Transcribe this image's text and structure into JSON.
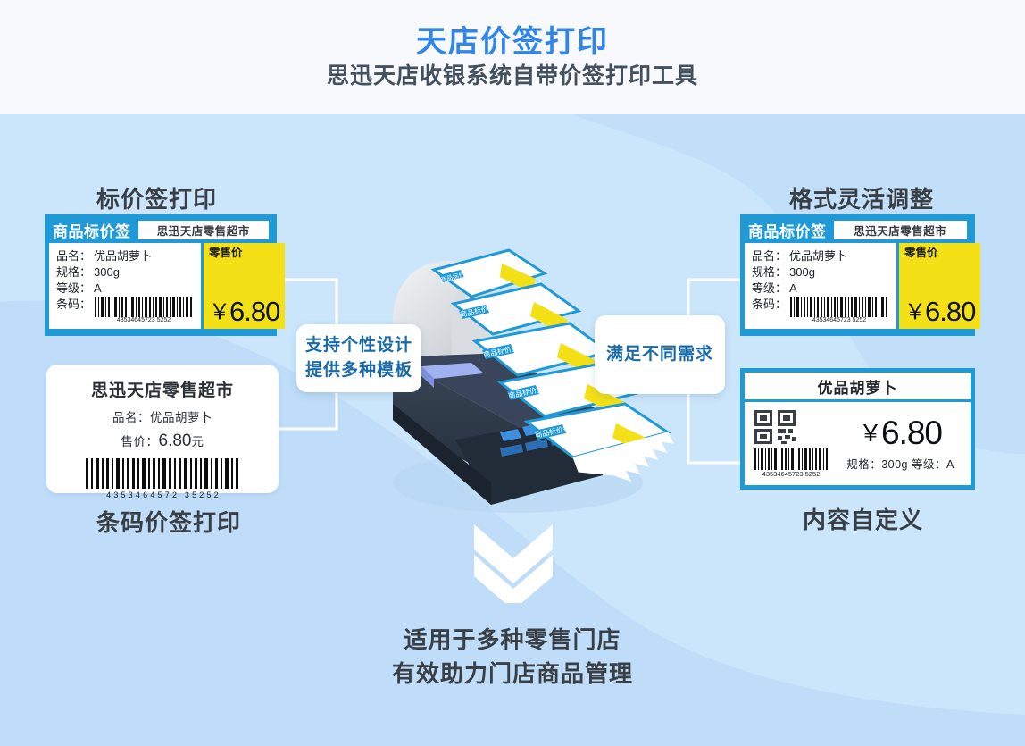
{
  "header": {
    "title": "天店价签打印",
    "subtitle": "思迅天店收银系统自带价签打印工具",
    "title_color": "#2f86e8",
    "subtitle_color": "#43505e",
    "background": "#f7f9fc"
  },
  "theme": {
    "page_background": "#cbe6fb",
    "wave_color": "#bedcf8",
    "brand_blue": "#1f9ad6",
    "price_yellow": "#f3e016",
    "connector_color": "#ffffff",
    "callout_text": "#1a6aa8"
  },
  "sections": {
    "top_left_heading": "标价签打印",
    "top_right_heading": "格式灵活调整",
    "bottom_left_heading": "条码价签打印",
    "bottom_right_heading": "内容自定义"
  },
  "price_tag": {
    "head_title": "商品标价签",
    "store": "思迅天店零售超市",
    "rows": [
      {
        "key": "品名：",
        "value": "优品胡萝卜"
      },
      {
        "key": "规格：",
        "value": "300g"
      },
      {
        "key": "等级：",
        "value": "A"
      },
      {
        "key": "条码：",
        "value": ""
      }
    ],
    "barcode_digits": "43534645723 5252",
    "price_label": "零售价",
    "currency": "￥",
    "price": "6.80"
  },
  "barcode_label": {
    "store": "思迅天店零售超市",
    "name_key": "品名：",
    "name_value": "优品胡萝卜",
    "price_key": "售价：",
    "price_value": "6.80",
    "price_unit": "元",
    "barcode_digits": "4353464572 35252"
  },
  "custom_card": {
    "title": "优品胡萝卜",
    "currency": "￥",
    "price": "6.80",
    "meta": "规格：300g  等级：A",
    "barcode_digits": "43534645723 5252",
    "qr_name": "qr-code"
  },
  "callouts": {
    "left_line1": "支持个性设计",
    "left_line2": "提供多种模板",
    "right_line1": "满足不同需求"
  },
  "printer": {
    "label_text": "商品标价签",
    "label_count": 5,
    "body_color": "#2e3a4a",
    "top_color": "#dfe3e8",
    "slot_color": "#aab6e8"
  },
  "bottom_caption": {
    "line1": "适用于多种零售门店",
    "line2": "有效助力门店商品管理"
  }
}
